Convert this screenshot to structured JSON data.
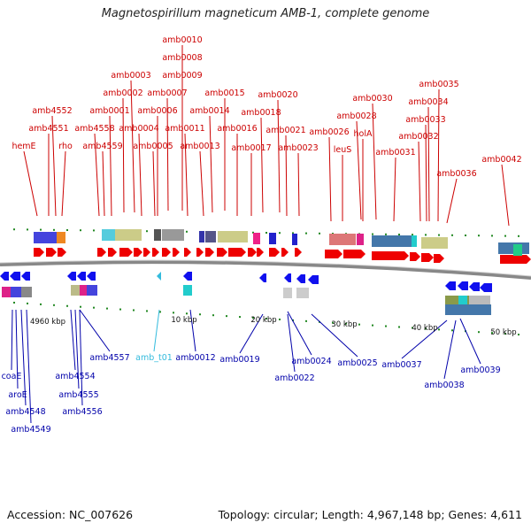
{
  "title": "Magnetospirillum magneticum AMB-1, complete genome",
  "footer": {
    "accession": "Accession: NC_007626",
    "topology": "Topology: circular; Length: 4,967,148 bp; Genes: 4,611"
  },
  "colors": {
    "forward_label": "#cc0000",
    "reverse_label": "#0000aa",
    "rna_label": "#33bbdd",
    "forward_arrow": "#ee0000",
    "reverse_arrow": "#1010ee",
    "backbone": "#888888",
    "tick": "#228822"
  },
  "scale_labels": [
    "4960 kbp",
    "10 kbp",
    "20 kbp",
    "30 kbp",
    "40 kbp",
    "50 kbp"
  ],
  "forward_genes": [
    "amb0010",
    "amb0008",
    "amb0009",
    "amb0003",
    "amb0007",
    "amb0002",
    "amb0015",
    "amb0020",
    "amb4552",
    "amb0001",
    "amb0006",
    "amb0014",
    "amb0018",
    "amb0030",
    "amb0035",
    "amb0034",
    "amb0028",
    "amb0033",
    "amb4551",
    "amb4558",
    "amb0004",
    "amb0011",
    "amb0016",
    "amb0021",
    "amb0026",
    "holA",
    "amb0032",
    "hemE",
    "rho",
    "amb4559",
    "amb0005",
    "amb0013",
    "amb0017",
    "amb0023",
    "leuS",
    "amb0031",
    "amb0042",
    "amb0036"
  ],
  "reverse_genes": [
    "amb4557",
    "amb_t01",
    "amb0012",
    "amb0019",
    "amb0024",
    "amb0025",
    "amb0037",
    "amb0039",
    "amb4554",
    "coaE",
    "amb4555",
    "amb0022",
    "amb0038",
    "aroE",
    "amb4556",
    "amb4548",
    "amb4549"
  ]
}
